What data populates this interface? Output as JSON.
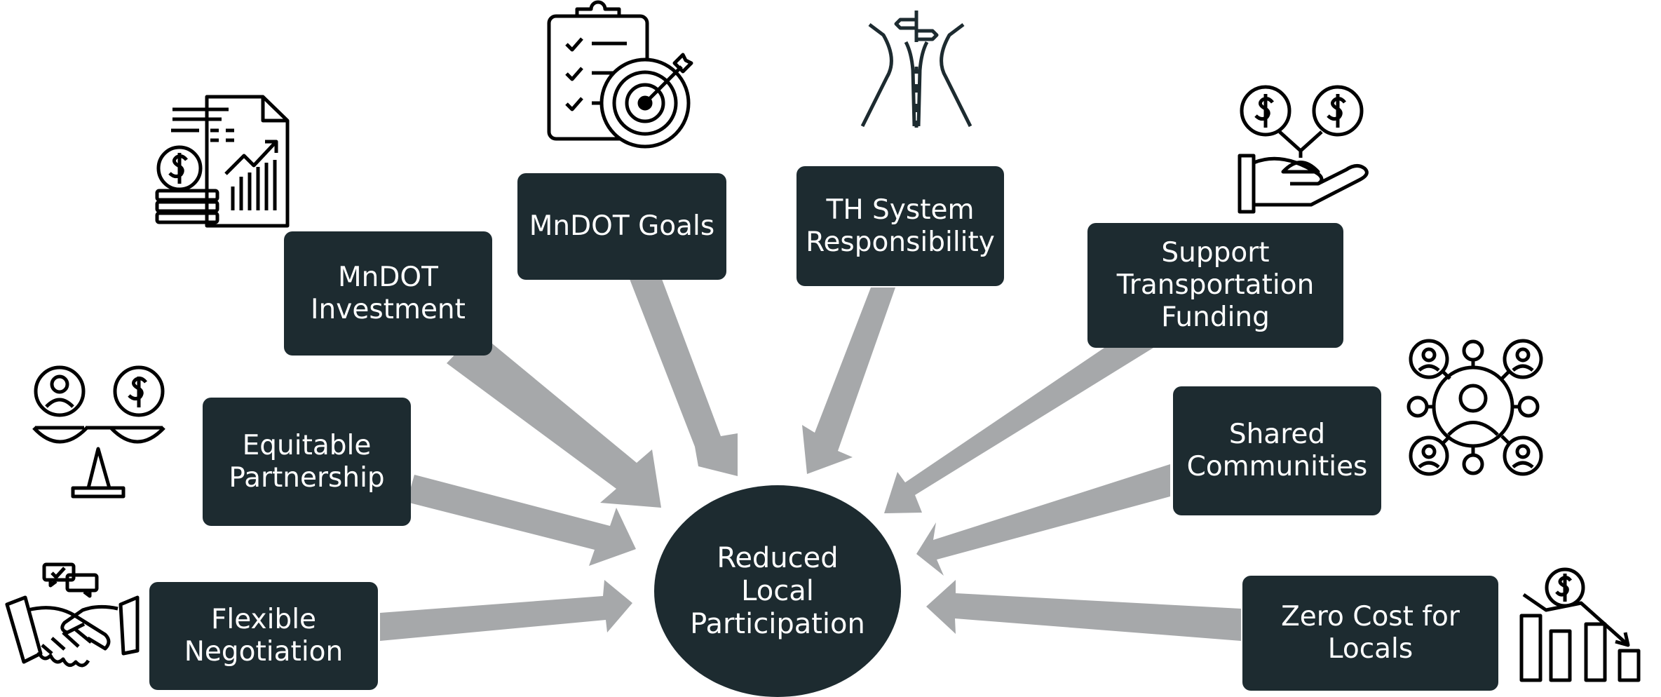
{
  "colors": {
    "box": "#1d2b30",
    "arrow": "#a6a8aa",
    "icon": "#000000",
    "text": "#ffffff"
  },
  "center": {
    "label": "Reduced\nLocal\nParticipation"
  },
  "factors": [
    {
      "id": "flexible-negotiation",
      "label": "Flexible\nNegotiation",
      "icon": "handshake-icon"
    },
    {
      "id": "equitable-partnership",
      "label": "Equitable\nPartnership",
      "icon": "balance-scale-icon"
    },
    {
      "id": "mndot-investment",
      "label": "MnDOT\nInvestment",
      "icon": "financial-report-icon"
    },
    {
      "id": "mndot-goals",
      "label": "MnDOT Goals",
      "icon": "clipboard-target-icon"
    },
    {
      "id": "th-system-responsibility",
      "label": "TH System\nResponsibility",
      "icon": "road-signpost-icon"
    },
    {
      "id": "support-transportation-funding",
      "label": "Support\nTransportation\nFunding",
      "icon": "money-hand-icon"
    },
    {
      "id": "shared-communities",
      "label": "Shared\nCommunities",
      "icon": "network-people-icon"
    },
    {
      "id": "zero-cost-for-locals",
      "label": "Zero Cost for\nLocals",
      "icon": "declining-cost-chart-icon"
    }
  ]
}
